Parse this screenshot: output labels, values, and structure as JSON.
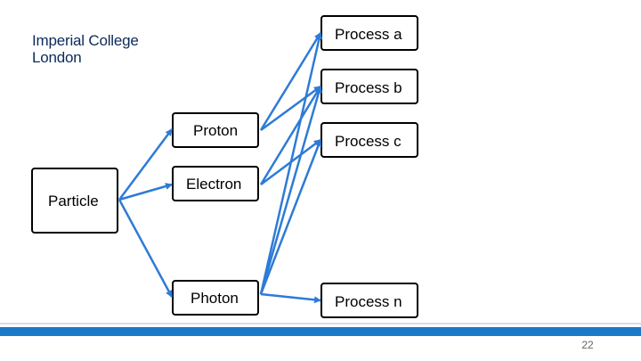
{
  "logo": {
    "line1": "Imperial College",
    "line2": "London"
  },
  "nodes": {
    "particle": "Particle",
    "proton": "Proton",
    "electron": "Electron",
    "photon": "Photon",
    "process_a": "Process a",
    "process_b": "Process b",
    "process_c": "Process c",
    "process_n": "Process n"
  },
  "edges": [
    [
      "particle",
      "proton"
    ],
    [
      "particle",
      "electron"
    ],
    [
      "particle",
      "photon"
    ],
    [
      "proton",
      "process_a"
    ],
    [
      "proton",
      "process_b"
    ],
    [
      "electron",
      "process_b"
    ],
    [
      "electron",
      "process_c"
    ],
    [
      "photon",
      "process_a"
    ],
    [
      "photon",
      "process_b"
    ],
    [
      "photon",
      "process_c"
    ],
    [
      "photon",
      "process_n"
    ]
  ],
  "colors": {
    "arrow": "#2e7bd6",
    "logo": "#0b2a5b",
    "footer": "#1a79c9"
  },
  "footer": {
    "page_number": "22"
  }
}
